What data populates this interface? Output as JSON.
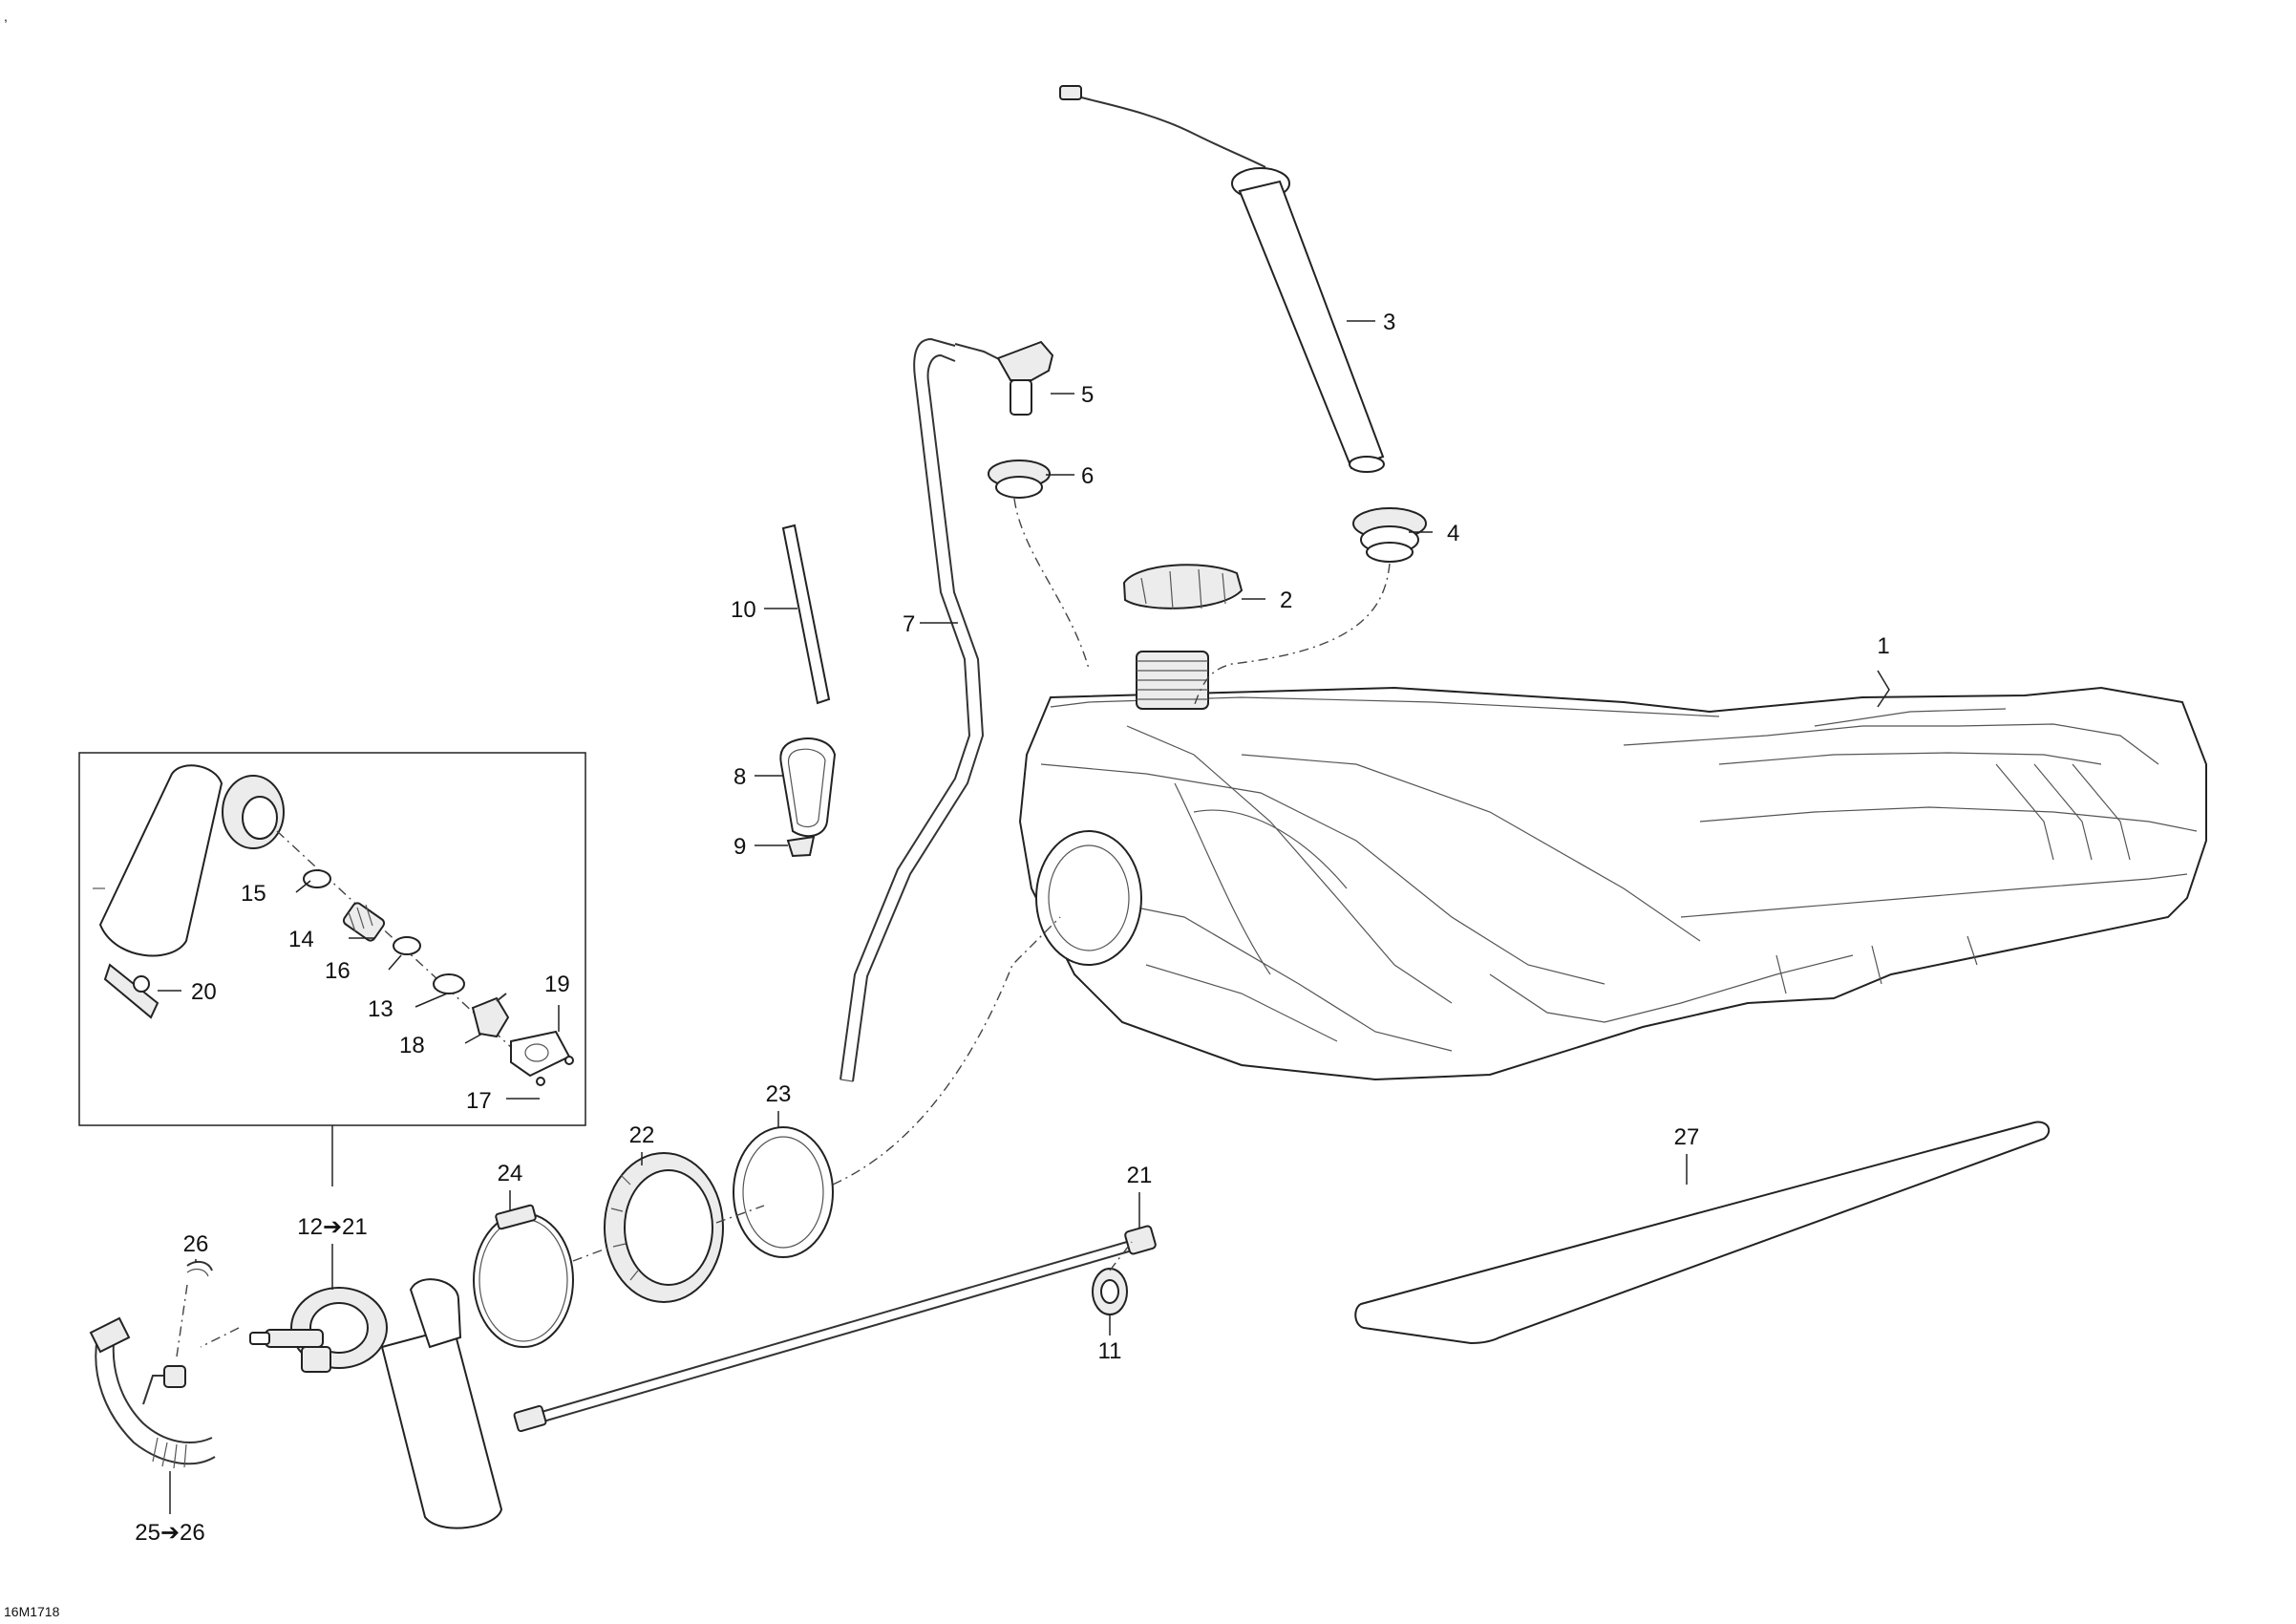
{
  "drawing_code": "16M1718",
  "corner_mark": ",",
  "callouts": {
    "c1": "1",
    "c2": "2",
    "c3": "3",
    "c4": "4",
    "c5": "5",
    "c6": "6",
    "c7": "7",
    "c8": "8",
    "c9": "9",
    "c10": "10",
    "c11": "11",
    "c12": "12➔21",
    "c13": "13",
    "c14": "14",
    "c15": "15",
    "c16": "16",
    "c17": "17",
    "c18": "18",
    "c19": "19",
    "c20": "20",
    "c21": "21",
    "c22": "22",
    "c23": "23",
    "c24": "24",
    "c25": "25➔26",
    "c26": "26",
    "c27": "27"
  }
}
